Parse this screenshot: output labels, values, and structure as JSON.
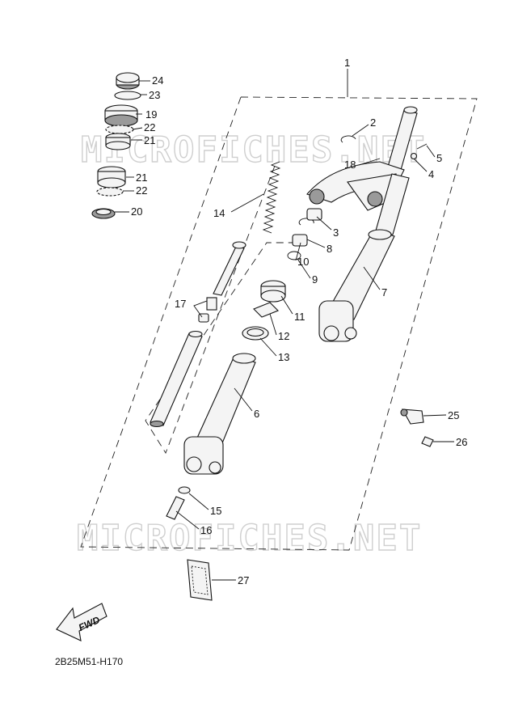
{
  "watermark": "MICROFICHES.NET",
  "diagram_code": "2B25M51-H170",
  "direction_label": "FWD",
  "callouts": {
    "c1": "1",
    "c2": "2",
    "c3": "3",
    "c4": "4",
    "c5": "5",
    "c6": "6",
    "c7": "7",
    "c8": "8",
    "c9": "9",
    "c10": "10",
    "c11": "11",
    "c12": "12",
    "c13": "13",
    "c14": "14",
    "c15": "15",
    "c16": "16",
    "c17": "17",
    "c18": "18",
    "c19": "19",
    "c20": "20",
    "c21a": "21",
    "c21b": "21",
    "c22a": "22",
    "c22b": "22",
    "c23": "23",
    "c24": "24",
    "c25": "25",
    "c26": "26",
    "c27": "27"
  }
}
